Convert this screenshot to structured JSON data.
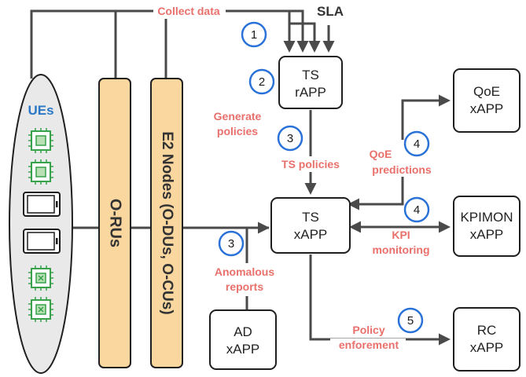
{
  "top_labels": {
    "collect_data": "Collect data",
    "sla": "SLA"
  },
  "ues": {
    "title": "UEs",
    "color": "#2b78c7",
    "devices": [
      "chip",
      "chip",
      "phone",
      "phone",
      "chip",
      "chip"
    ]
  },
  "columns": {
    "orus": "O-RUs",
    "e2_nodes": "E2 Nodes (O-DUs, O-CUs)",
    "fill_color": "#fbd7a0"
  },
  "boxes": {
    "ts_rapp": [
      "TS",
      "rAPP"
    ],
    "ts_xapp": [
      "TS",
      "xAPP"
    ],
    "qoe_xapp": [
      "QoE",
      "xAPP"
    ],
    "kpimon_xapp": [
      "KPIMON",
      "xAPP"
    ],
    "rc_xapp": [
      "RC",
      "xAPP"
    ],
    "ad_xapp": [
      "AD",
      "xAPP"
    ]
  },
  "labels": {
    "generate_policies": [
      "Generate",
      "policies"
    ],
    "ts_policies": "TS policies",
    "qoe_predictions": [
      "QoE",
      "predictions"
    ],
    "kpi_monitoring": [
      "KPI",
      "monitoring"
    ],
    "anomalous_reports": [
      "Anomalous",
      "reports"
    ],
    "policy_enforcement": [
      "Policy",
      "enforement"
    ]
  },
  "steps": {
    "collect": "1",
    "generate": "2",
    "ts_policies": "3",
    "qoe": "4",
    "kpi": "4",
    "anomalous": "3",
    "policy": "5"
  },
  "colors": {
    "step_ring": "#2a72d8",
    "red_text": "#e9706b"
  }
}
